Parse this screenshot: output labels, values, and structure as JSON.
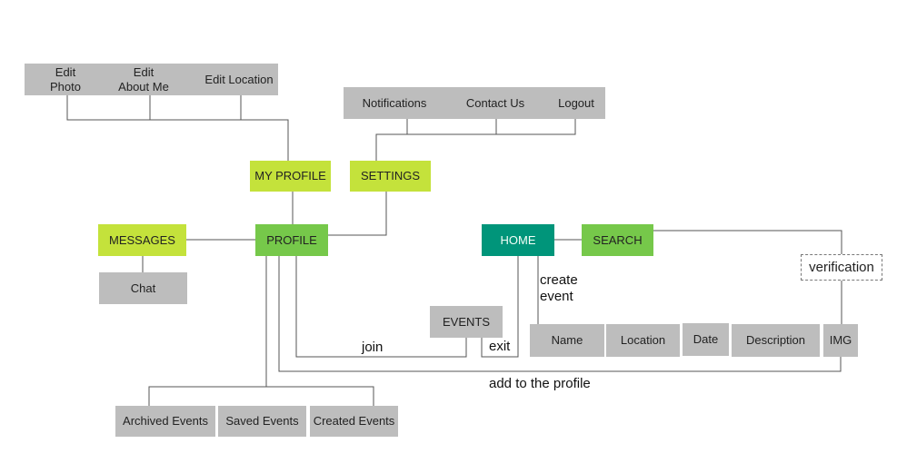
{
  "nodes": {
    "edit_photo": "Edit\nPhoto",
    "edit_about_me": "Edit\nAbout Me",
    "edit_location": "Edit Location",
    "notifications": "Notifications",
    "contact_us": "Contact Us",
    "logout": "Logout",
    "my_profile": "MY PROFILE",
    "settings": "SETTINGS",
    "messages": "MESSAGES",
    "profile": "PROFILE",
    "home": "HOME",
    "search": "SEARCH",
    "chat": "Chat",
    "events": "EVENTS",
    "verification": "verification",
    "name": "Name",
    "location": "Location",
    "date": "Date",
    "description": "Description",
    "img": "IMG",
    "archived_events": "Archived Events",
    "saved_events": "Saved Events",
    "created_events": "Created Events"
  },
  "edge_labels": {
    "create_event": "create\nevent",
    "join": "join",
    "exit": "exit",
    "add_to_profile": "add to the profile"
  },
  "colors": {
    "grey": "#bdbdbd",
    "lime": "#c4e23b",
    "green": "#76c84a",
    "teal": "#00957a",
    "line": "#555555"
  }
}
